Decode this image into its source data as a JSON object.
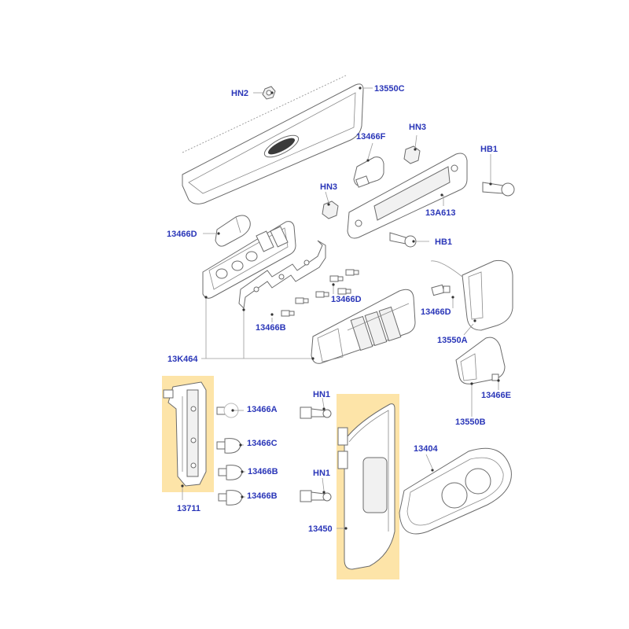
{
  "diagram": {
    "highlight_color": "#fde4a8",
    "label_color": "#2a36b8",
    "labels": {
      "hn2": "HN2",
      "p13550c": "13550C",
      "p13466f": "13466F",
      "hn3_top": "HN3",
      "hb1_top": "HB1",
      "hn3_mid": "HN3",
      "p13a613": "13A613",
      "p13466d_left": "13466D",
      "hb1_mid": "HB1",
      "p13466d_mid": "13466D",
      "p13466b_mid": "13466B",
      "p13466d_right": "13466D",
      "p13550a": "13550A",
      "p13k464": "13K464",
      "p13466e": "13466E",
      "p13550b": "13550B",
      "hn1_top": "HN1",
      "p13466a": "13466A",
      "p13466c": "13466C",
      "p13404": "13404",
      "p13466b_1": "13466B",
      "hn1_bot": "HN1",
      "p13466b_2": "13466B",
      "p13711": "13711",
      "p13450": "13450"
    }
  }
}
